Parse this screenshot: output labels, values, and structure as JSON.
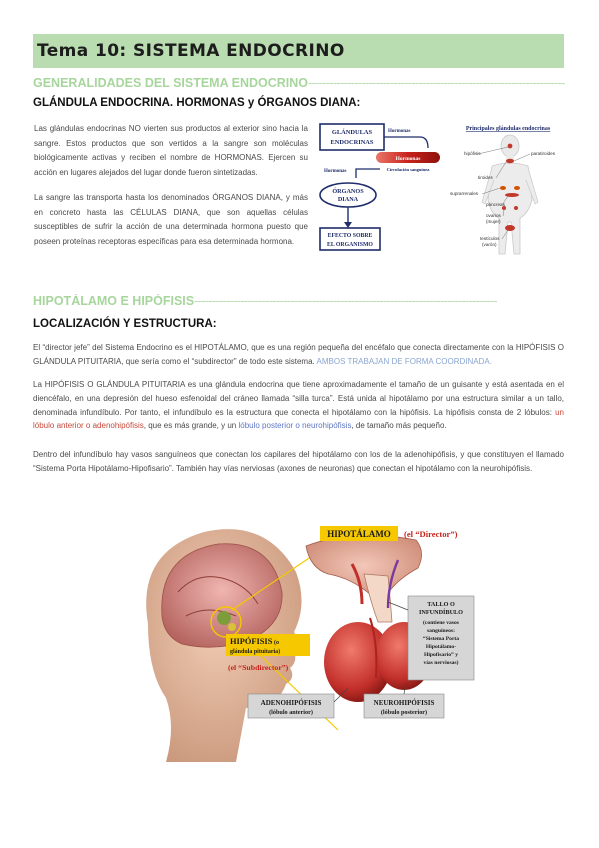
{
  "header": {
    "title": "Tema 10: SISTEMA ENDOCRINO"
  },
  "section1": {
    "heading": "GENERALIDADES DEL SISTEMA ENDOCRINO",
    "subheading": "GLÁNDULA ENDOCRINA. HORMONAS y ÓRGANOS DIANA:",
    "p1": "Las glándulas endocrinas NO vierten sus productos al exterior sino hacia la sangre. Estos productos que son vertidos a la sangre son moléculas biológicamente activas y reciben el nombre de HORMONAS. Ejercen su acción en lugares alejados del lugar donde fueron sintetizadas.",
    "p2": "La sangre las transporta hasta los denominados ÓRGANOS DIANA, y más en concreto hasta las CÉLULAS DIANA, que son aquellas células susceptibles de sufrir la acción de una determinada hormona puesto que poseen proteínas receptoras específicas para esa determinada hormona."
  },
  "diagram": {
    "glandulas": "GLÁNDULAS ENDOCRINAS",
    "hormonas1": "Hormonas",
    "hormonas_red": "Hormonas",
    "circulacion": "Circulación sanguínea",
    "hormonas2": "Hormonas",
    "organos": "ÓRGANOS DIANA",
    "efecto": "EFECTO SOBRE EL ORGANISMO"
  },
  "body_figure": {
    "title": "Principales glándulas endocrinas",
    "labels": [
      "hipófisis",
      "paratiroides",
      "tiroides",
      "suprarrenales",
      "páncreas",
      "ovarios (mujer)",
      "testículos (varón)"
    ]
  },
  "section2": {
    "heading": "HIPOTÁLAMO E HIPÓFISIS",
    "subheading": "LOCALIZACIÓN Y ESTRUCTURA:",
    "p1_a": "El “director jefe” del Sistema Endocrino es el HIPOTÁLAMO, que es una región pequeña del encéfalo que conecta directamente con la HIPÓFISIS O GLÁNDULA PITUITARIA, que sería como el “subdirector” de todo este sistema. ",
    "p1_b": "AMBOS TRABAJAN DE FORMA COORDINADA.",
    "p2_a": "La HIPÓFISIS O GLÁNDULA PITUITARIA es una glándula endocrina que tiene aproximadamente el tamaño de un guisante y está asentada en el diencéfalo, en una depresión del hueso esfenoidal del cráneo llamada “silla turca”. Está unida al hipotálamo por una estructura similar a un tallo, denominada infundíbulo. Por tanto, el infundíbulo es la estructura que conecta el hipotálamo con la hipófisis. La hipófisis consta de 2 lóbulos: ",
    "p2_b": "un lóbulo anterior o adenohipófisis",
    "p2_c": ", que es más grande, y un ",
    "p2_d": "lóbulo posterior o neurohipófisis",
    "p2_e": ", de tamaño más pequeño.",
    "p3": "Dentro del infundíbulo hay vasos sanguíneos que conectan los capilares del hipotálamo con los de la adenohipófisis, y que constituyen el llamado “Sistema Porta Hipotálamo-Hipofisario”. También hay vías nerviosas (axones de neuronas) que conectan el hipotálamo con la neurohipófisis."
  },
  "anatomy": {
    "hipotalamo": "HIPOTÁLAMO",
    "director": "(el “Director”)",
    "hipofisis": "HIPÓFISIS",
    "hipofisis_paren": "(o glándula pituitaria)",
    "subdirector": "(el “Subdirector”)",
    "tallo_title": "TALLO O INFUNDÍBULO",
    "tallo_desc": "(contiene vasos sanguíneos: “Sistema Porta Hipotálamo-Hipofisario” y vías nerviosas)",
    "adeno": "ADENOHIPÓFISIS",
    "adeno_sub": "(lóbulo anterior)",
    "neuro": "NEUROHIPÓFISIS",
    "neuro_sub": "(lóbulo posterior)"
  },
  "colors": {
    "title_bg": "#b9dcb1",
    "heading_green": "#a7d69c",
    "diagram_navy": "#1f2d6b",
    "hormone_red": "#c8231c",
    "label_yellow": "#f5c800"
  }
}
